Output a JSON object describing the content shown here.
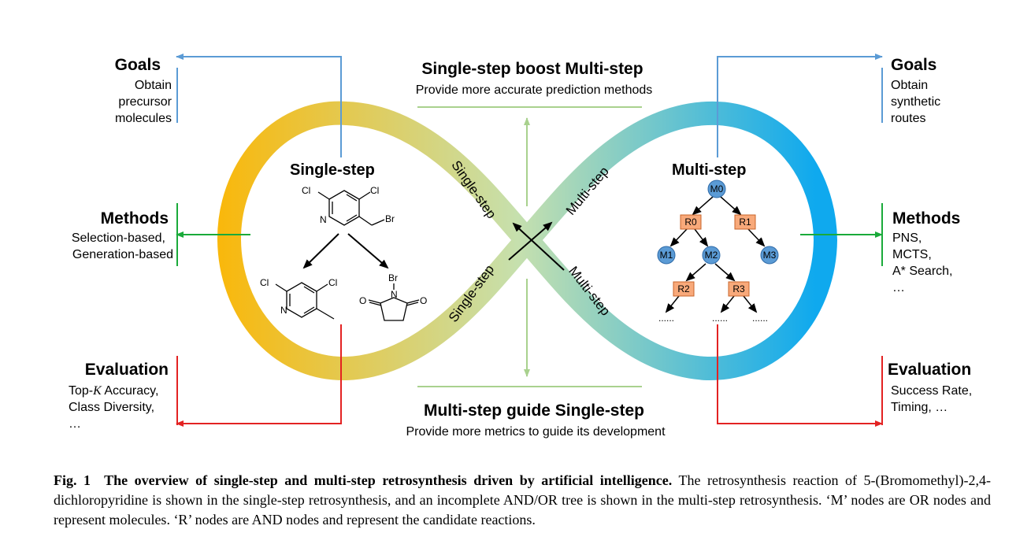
{
  "left_goals": {
    "heading": "Goals",
    "lines": [
      "Obtain",
      "precursor",
      "molecules"
    ]
  },
  "left_methods": {
    "heading": "Methods",
    "lines": [
      "Selection-based,",
      "Generation-based"
    ]
  },
  "left_eval": {
    "heading": "Evaluation",
    "line1_prefix": "Top-",
    "line1_k": "K",
    "line1_suffix": " Accuracy,",
    "line2": "Class Diversity,",
    "line3": "…"
  },
  "right_goals": {
    "heading": "Goals",
    "lines": [
      "Obtain",
      "synthetic",
      "routes"
    ]
  },
  "right_methods": {
    "heading": "Methods",
    "lines": [
      "PNS,",
      "MCTS,",
      "A* Search,",
      "…"
    ]
  },
  "right_eval": {
    "heading": "Evaluation",
    "lines": [
      "Success Rate,",
      "Timing, …"
    ]
  },
  "top_center": {
    "title": "Single-step boost Multi-step",
    "subtitle": "Provide more accurate prediction methods"
  },
  "bottom_center": {
    "title": "Multi-step guide Single-step",
    "subtitle": "Provide more metrics to guide its development"
  },
  "loop_labels": {
    "single_upper": "Single-step",
    "single_lower": "Single-step",
    "multi_upper": "Multi-step",
    "multi_lower": "Multi-step"
  },
  "single_step": {
    "heading": "Single-step",
    "atoms": {
      "cl": "Cl",
      "n": "N",
      "br": "Br",
      "o": "O"
    }
  },
  "multi_step": {
    "heading": "Multi-step",
    "nodes": {
      "m0": "M0",
      "r0": "R0",
      "r1": "R1",
      "m1": "M1",
      "m2": "M2",
      "m3": "M3",
      "r2": "R2",
      "r3": "R3"
    },
    "ellipsis": "......"
  },
  "colors": {
    "goals_line": "#5b9bd5",
    "methods_line": "#1aaa3a",
    "eval_line": "#e32222",
    "loop_left": "#f9b80c",
    "loop_mid": "#c6e0ae",
    "loop_right": "#0fa9ee",
    "or_node": "#5b9bd5",
    "and_node": "#f8a97a",
    "center_arrow": "#a9d18e"
  },
  "caption": {
    "label": "Fig. 1",
    "title": "The overview of single-step and multi-step retrosynthesis driven by artificial intelligence.",
    "body": "The retrosynthesis reaction of 5-(Bromomethyl)-2,4-dichloropyridine is shown in the single-step retrosynthesis, and an incomplete AND/OR tree is shown in the multi-step retrosynthesis. ‘M’ nodes are OR nodes and represent molecules. ‘R’ nodes are AND nodes and represent the candidate reactions."
  }
}
